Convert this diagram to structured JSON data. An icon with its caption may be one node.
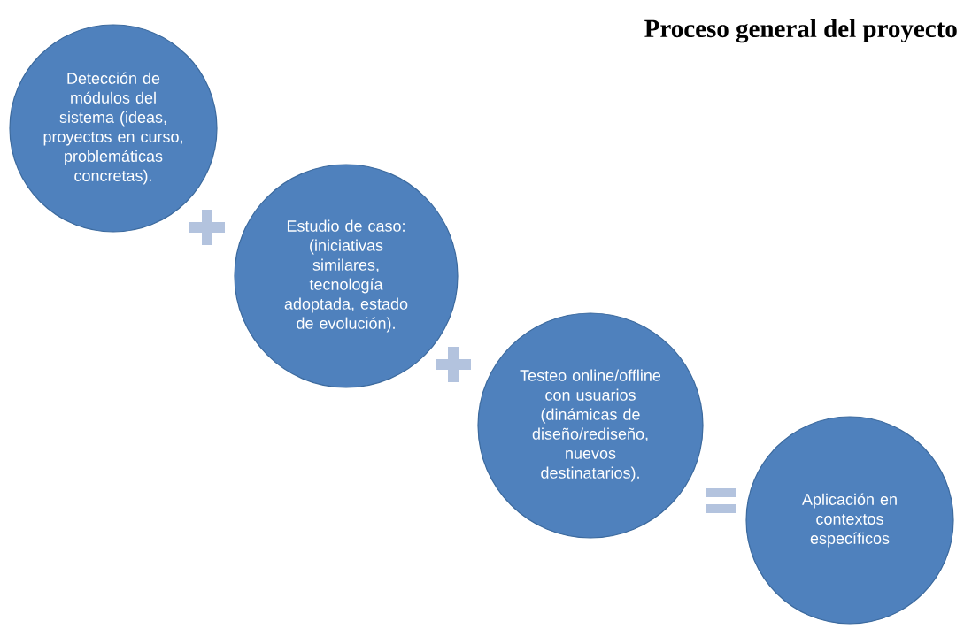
{
  "diagram": {
    "title": "Proceso general del proyecto",
    "nodes": [
      {
        "text": [
          "Detección de módulos del sistema (ideas, proyectos en curso, problemáticas concretas)."
        ]
      },
      {
        "text": [
          "Estudio de caso: (iniciativas similares, tecnología adoptada, estado de evolución)."
        ]
      },
      {
        "text": [
          "Testeo online/offline con usuarios (dinámicas de diseño/rediseño, nuevos destinatarios)."
        ]
      },
      {
        "text": [
          "Aplicación en contextos específicos"
        ]
      }
    ]
  }
}
